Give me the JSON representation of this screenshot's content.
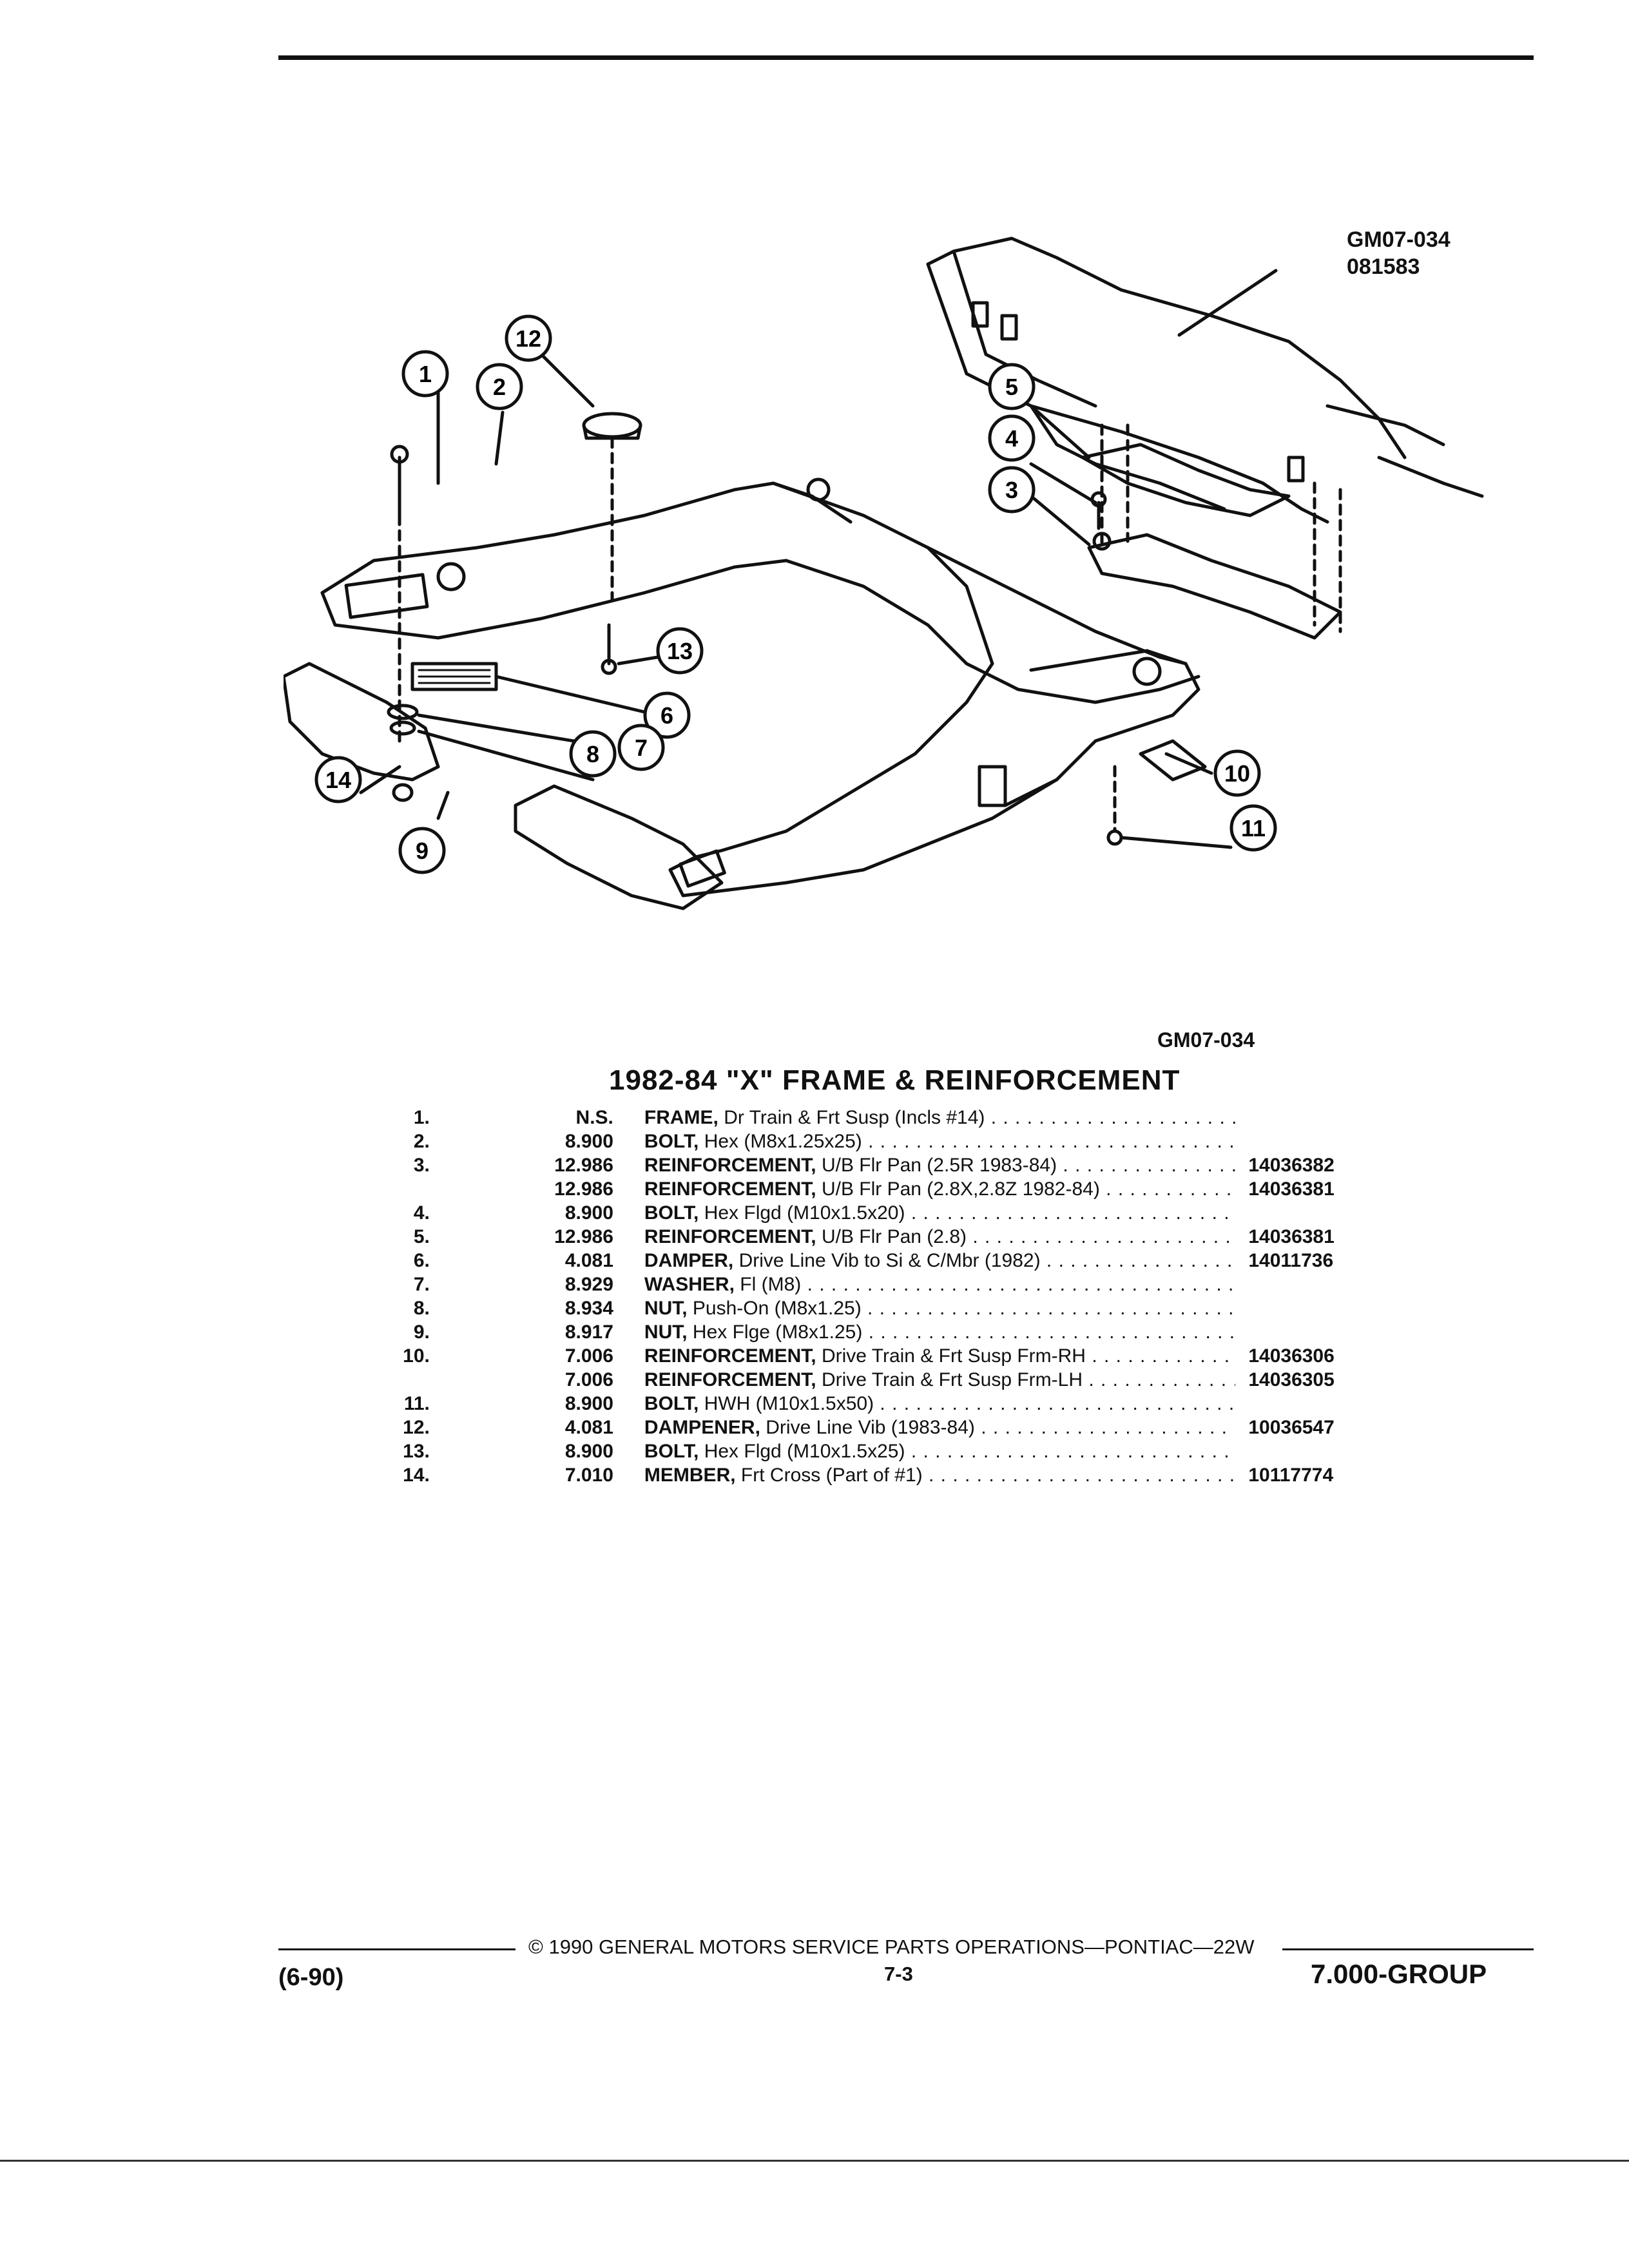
{
  "diagram": {
    "ref_code": "GM07-034",
    "ref_date": "081583",
    "callouts": [
      "1",
      "2",
      "3",
      "4",
      "5",
      "6",
      "7",
      "8",
      "9",
      "10",
      "11",
      "12",
      "13",
      "14"
    ]
  },
  "figure_code": "GM07-034",
  "title": "1982-84 \"X\" FRAME & REINFORCEMENT",
  "parts": [
    {
      "no": "1.",
      "group": "N.S.",
      "name": "FRAME,",
      "desc": "Dr Train & Frt Susp (Incls #14)",
      "part": ""
    },
    {
      "no": "2.",
      "group": "8.900",
      "name": "BOLT,",
      "desc": "Hex (M8x1.25x25)",
      "part": ""
    },
    {
      "no": "3.",
      "group": "12.986",
      "name": "REINFORCEMENT,",
      "desc": "U/B Flr Pan (2.5R 1983-84)",
      "part": "14036382"
    },
    {
      "no": "",
      "group": "12.986",
      "name": "REINFORCEMENT,",
      "desc": "U/B Flr Pan (2.8X,2.8Z 1982-84)",
      "part": "14036381"
    },
    {
      "no": "4.",
      "group": "8.900",
      "name": "BOLT,",
      "desc": "Hex Flgd (M10x1.5x20)",
      "part": ""
    },
    {
      "no": "5.",
      "group": "12.986",
      "name": "REINFORCEMENT,",
      "desc": "U/B Flr Pan (2.8)",
      "part": "14036381"
    },
    {
      "no": "6.",
      "group": "4.081",
      "name": "DAMPER,",
      "desc": "Drive Line Vib to Si & C/Mbr (1982)",
      "part": "14011736"
    },
    {
      "no": "7.",
      "group": "8.929",
      "name": "WASHER,",
      "desc": "Fl (M8)",
      "part": ""
    },
    {
      "no": "8.",
      "group": "8.934",
      "name": "NUT,",
      "desc": "Push-On (M8x1.25)",
      "part": ""
    },
    {
      "no": "9.",
      "group": "8.917",
      "name": "NUT,",
      "desc": "Hex Flge (M8x1.25)",
      "part": ""
    },
    {
      "no": "10.",
      "group": "7.006",
      "name": "REINFORCEMENT,",
      "desc": "Drive Train & Frt Susp Frm-RH",
      "part": "14036306"
    },
    {
      "no": "",
      "group": "7.006",
      "name": "REINFORCEMENT,",
      "desc": "Drive Train & Frt Susp Frm-LH",
      "part": "14036305"
    },
    {
      "no": "11.",
      "group": "8.900",
      "name": "BOLT,",
      "desc": "HWH (M10x1.5x50)",
      "part": ""
    },
    {
      "no": "12.",
      "group": "4.081",
      "name": "DAMPENER,",
      "desc": "Drive Line Vib (1983-84)",
      "part": "10036547"
    },
    {
      "no": "13.",
      "group": "8.900",
      "name": "BOLT,",
      "desc": "Hex Flgd (M10x1.5x25)",
      "part": ""
    },
    {
      "no": "14.",
      "group": "7.010",
      "name": "MEMBER,",
      "desc": "Frt Cross (Part of #1)",
      "part": "10117774"
    }
  ],
  "footer": {
    "copyright": "© 1990 GENERAL MOTORS SERVICE PARTS OPERATIONS—PONTIAC—22W",
    "date_code": "(6-90)",
    "page": "7-3",
    "group": "7.000-GROUP"
  }
}
